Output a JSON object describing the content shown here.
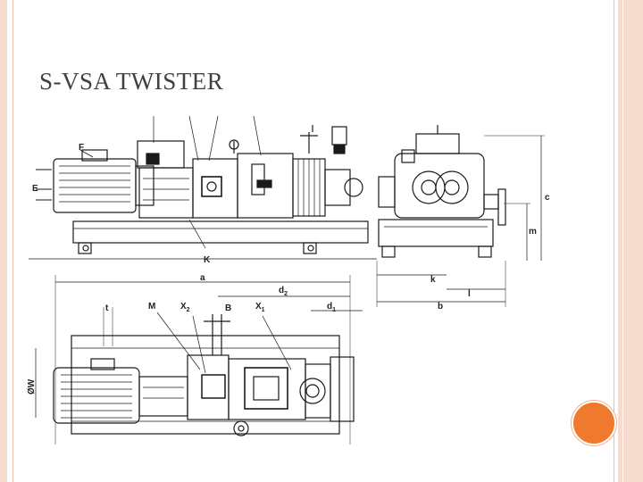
{
  "slide": {
    "title": "S-VSA TWISTER",
    "accent_color": "#ef7a2d",
    "frame_color": "#f6dccf"
  },
  "drawing": {
    "side_view_labels": {
      "F": "F",
      "E": "E",
      "K": "K"
    },
    "end_view_labels": {
      "c": "c",
      "m": "m",
      "k": "k",
      "l": "l",
      "b": "b"
    },
    "top_view_labels": {
      "a": "a",
      "d2": "d",
      "d2_sub": "2",
      "d1": "d",
      "d1_sub": "1",
      "t": "t",
      "M": "M",
      "X2": "X",
      "X2_sub": "2",
      "B": "B",
      "X1": "X",
      "X1_sub": "1",
      "OW": "ØW"
    }
  }
}
